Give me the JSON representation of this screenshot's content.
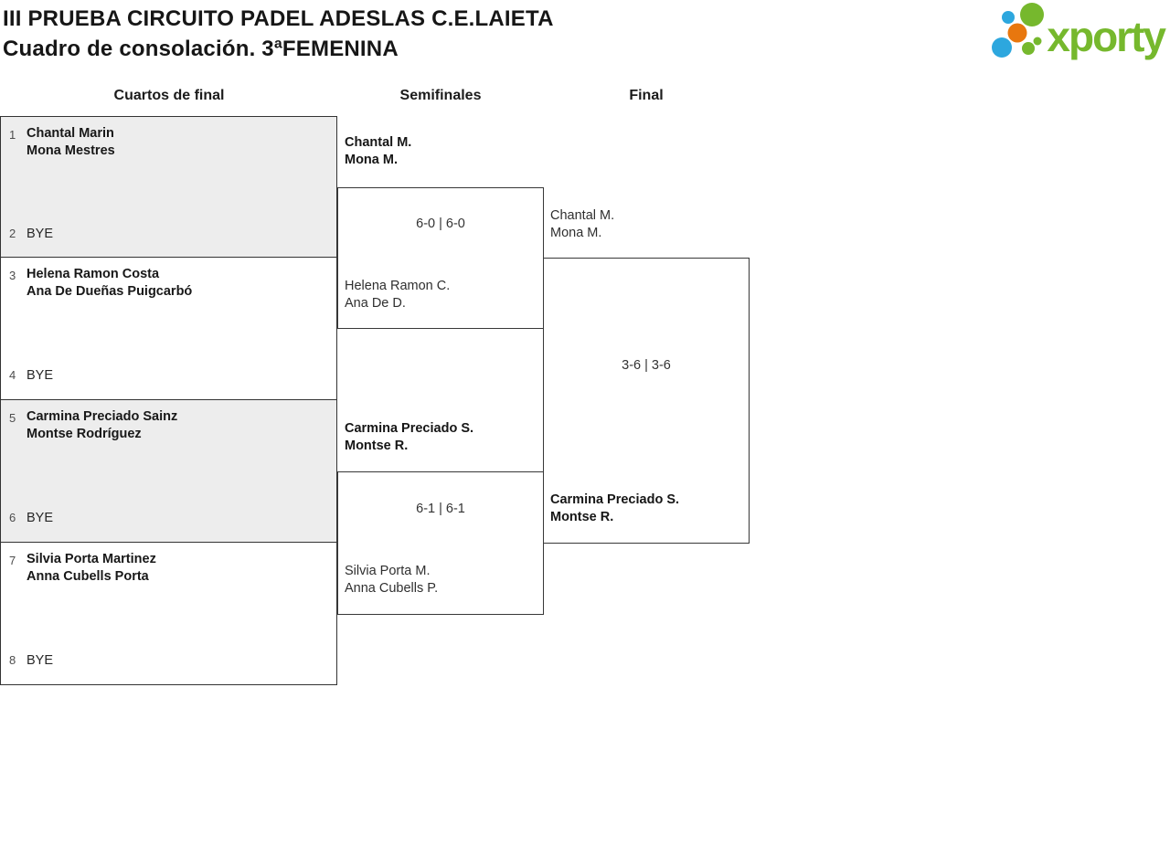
{
  "header": {
    "title": "III PRUEBA CIRCUITO PADEL ADESLAS C.E.LAIETA",
    "subtitle": "Cuadro de consolación. 3ªFEMENINA"
  },
  "logo": {
    "brand": "xporty",
    "green": "#76b82d",
    "blue": "#2da7de",
    "orange": "#e8770e"
  },
  "rounds": {
    "quarterfinals": "Cuartos de final",
    "semifinals": "Semifinales",
    "final": "Final"
  },
  "quarterfinals": [
    {
      "seed_top": "1",
      "top_line1": "Chantal Marin",
      "top_line2": "Mona Mestres",
      "seed_bottom": "2",
      "bottom": "BYE"
    },
    {
      "seed_top": "3",
      "top_line1": "Helena Ramon Costa",
      "top_line2": "Ana De Dueñas Puigcarbó",
      "seed_bottom": "4",
      "bottom": "BYE"
    },
    {
      "seed_top": "5",
      "top_line1": "Carmina Preciado Sainz",
      "top_line2": "Montse Rodríguez",
      "seed_bottom": "6",
      "bottom": "BYE"
    },
    {
      "seed_top": "7",
      "top_line1": "Silvia Porta Martinez",
      "top_line2": "Anna Cubells Porta",
      "seed_bottom": "8",
      "bottom": "BYE"
    }
  ],
  "semifinals": [
    {
      "top_line1": "Chantal M.",
      "top_line2": "Mona M.",
      "score": "6-0 | 6-0",
      "bottom_line1": "Helena Ramon C.",
      "bottom_line2": "Ana De D.",
      "winner": "top"
    },
    {
      "top_line1": "Carmina Preciado S.",
      "top_line2": "Montse R.",
      "score": "6-1 | 6-1",
      "bottom_line1": "Silvia Porta M.",
      "bottom_line2": "Anna Cubells P.",
      "winner": "top"
    }
  ],
  "final": {
    "top_line1": "Chantal M.",
    "top_line2": "Mona M.",
    "score": "3-6 | 3-6",
    "bottom_line1": "Carmina Preciado S.",
    "bottom_line2": "Montse R.",
    "winner": "bottom"
  }
}
